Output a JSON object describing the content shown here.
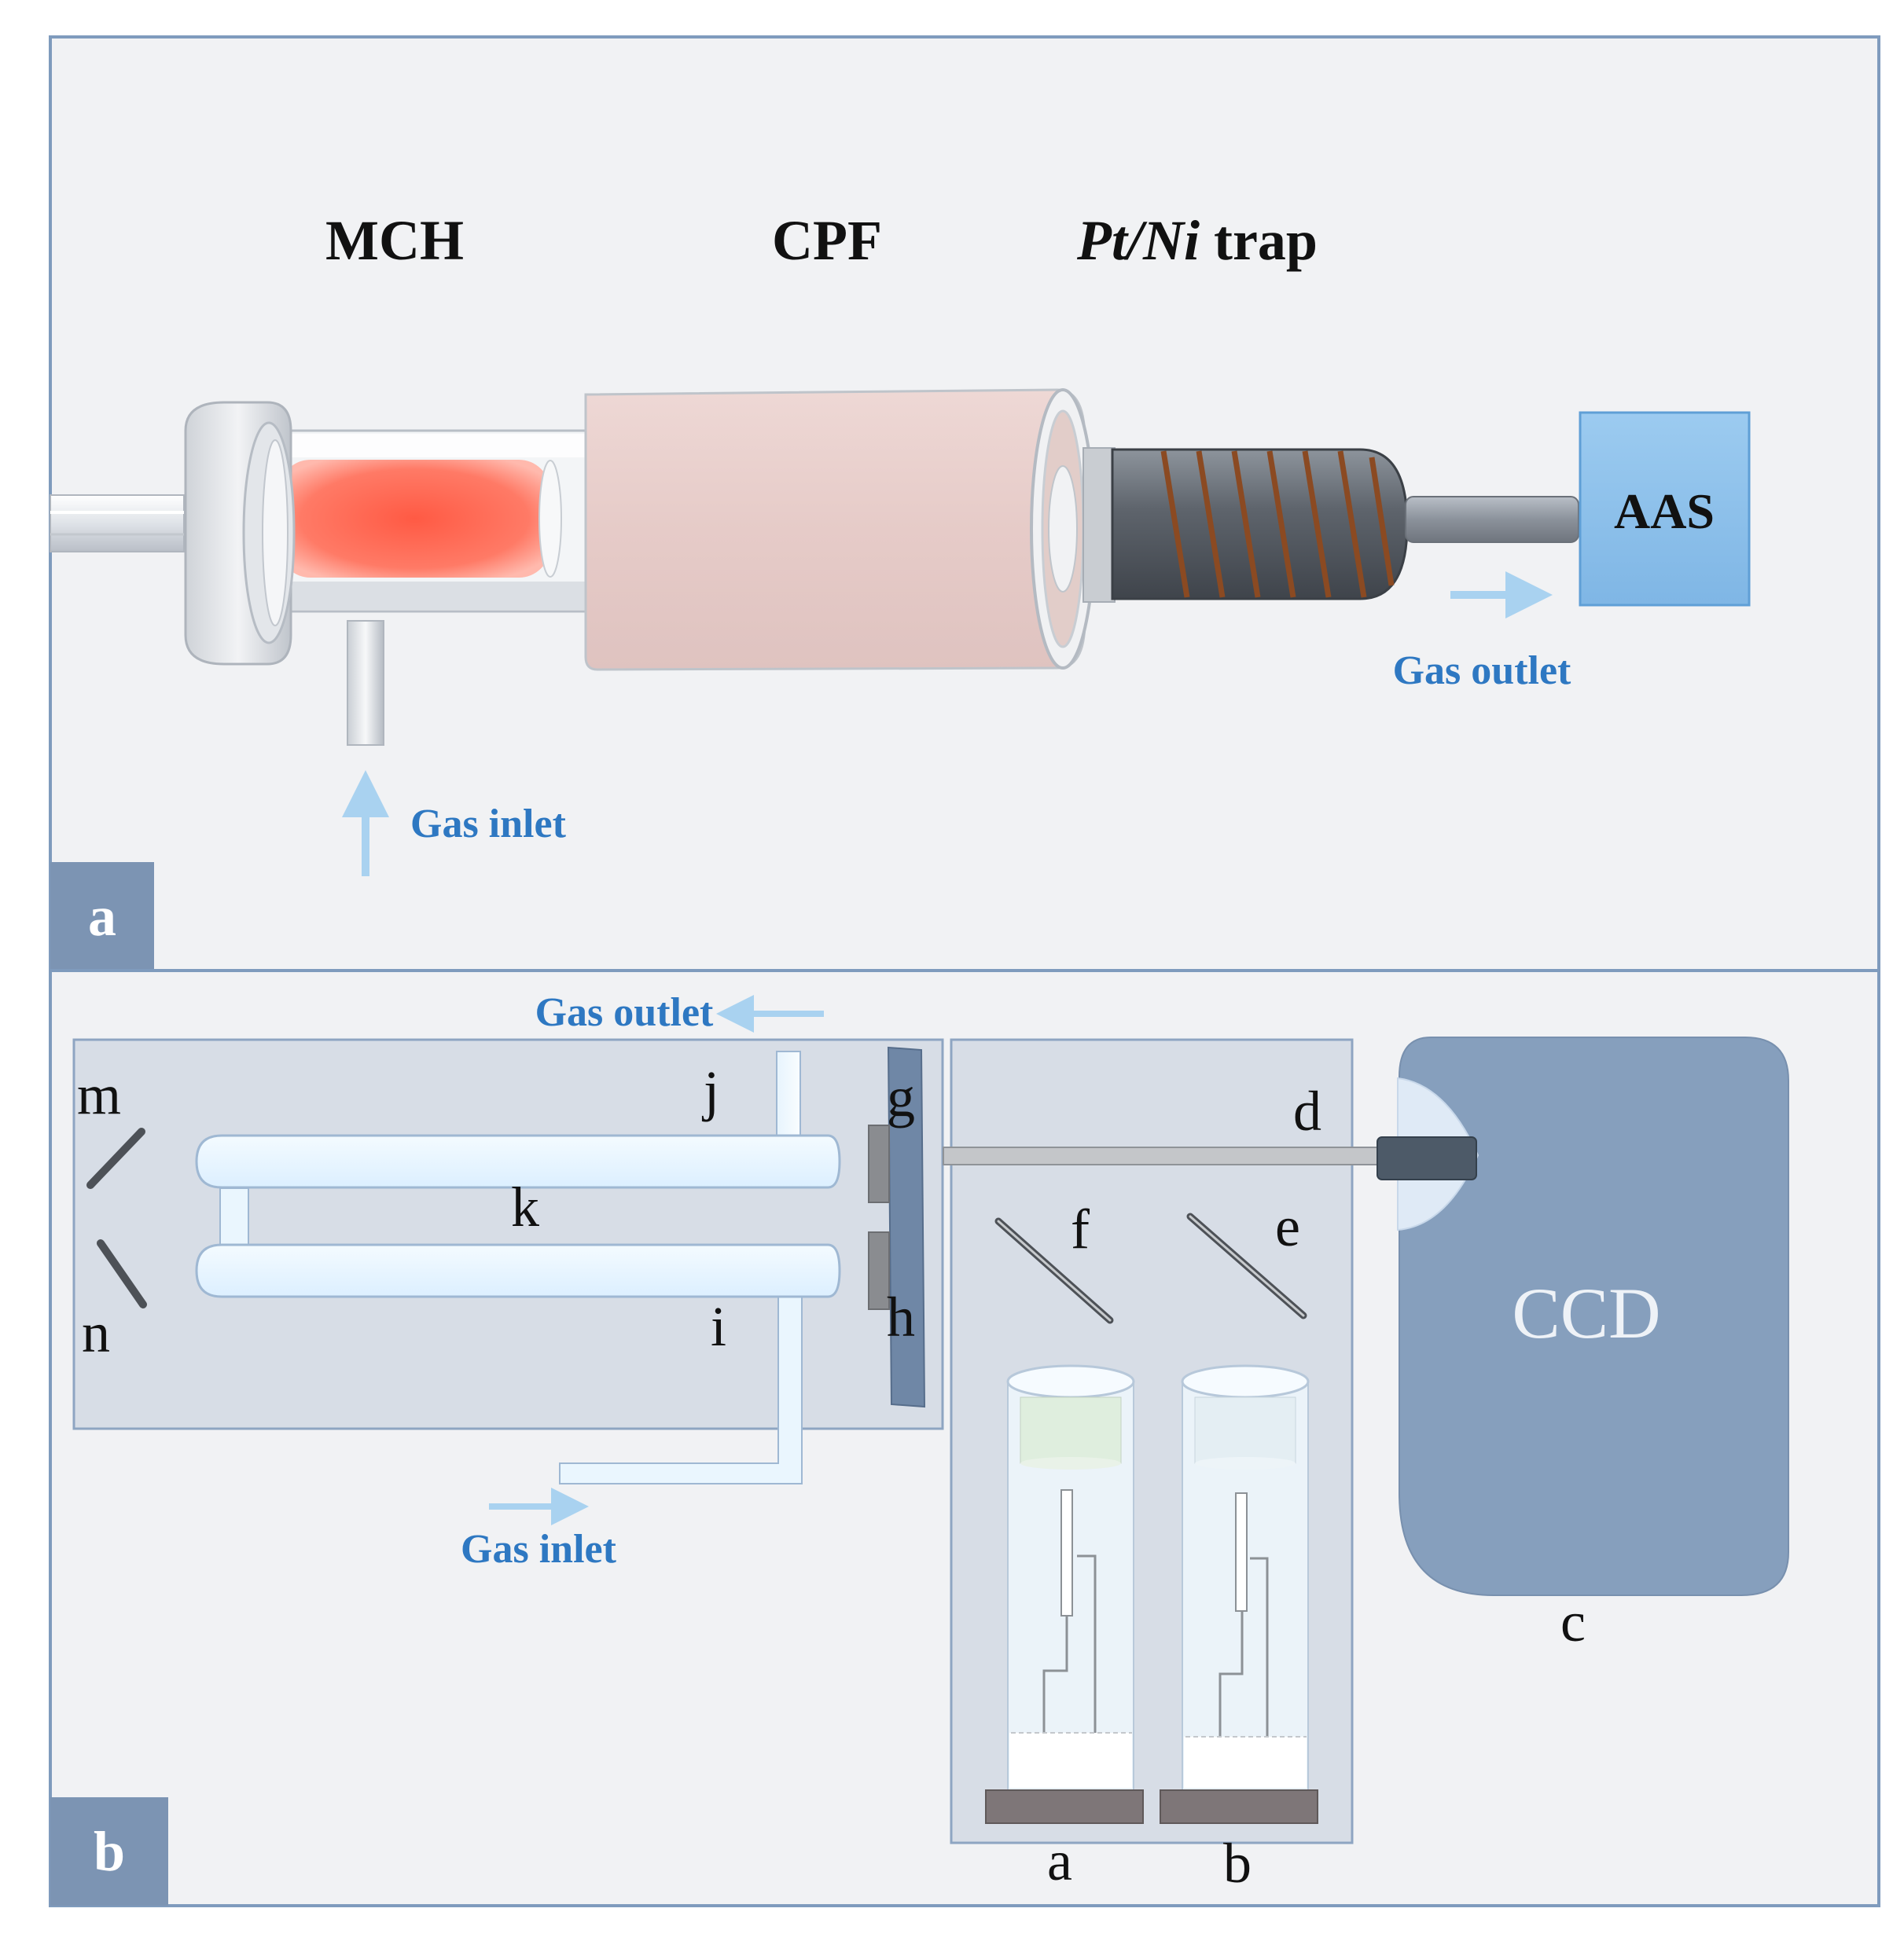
{
  "panel_a": {
    "tag": "a",
    "labels": {
      "mch": "MCH",
      "cpf": "CPF",
      "trap_italic": "Pt/Ni",
      "trap_rest": " trap",
      "aas": "AAS",
      "gas_inlet": "Gas inlet",
      "gas_outlet": "Gas outlet"
    }
  },
  "panel_b": {
    "tag": "b",
    "labels": {
      "gas_outlet": "Gas outlet",
      "gas_inlet": "Gas inlet",
      "ccd": "CCD",
      "m": "m",
      "n": "n",
      "j": "j",
      "i": "i",
      "k": "k",
      "g": "g",
      "h": "h",
      "d": "d",
      "f": "f",
      "e": "e",
      "c": "c",
      "a": "a",
      "b": "b"
    }
  },
  "colors": {
    "panel_bg": "#f1f2f4",
    "border": "#7f9bbd",
    "tag_bg": "#7c94b3",
    "aas_box": "#8ec0ea",
    "ccd_body": "#869fbd",
    "blue_text": "#2e78c2",
    "arrow": "#a9d2f0",
    "heater": "#ff6f5a",
    "furnace": "#e8cfcc",
    "coil": "#8b4a22"
  }
}
